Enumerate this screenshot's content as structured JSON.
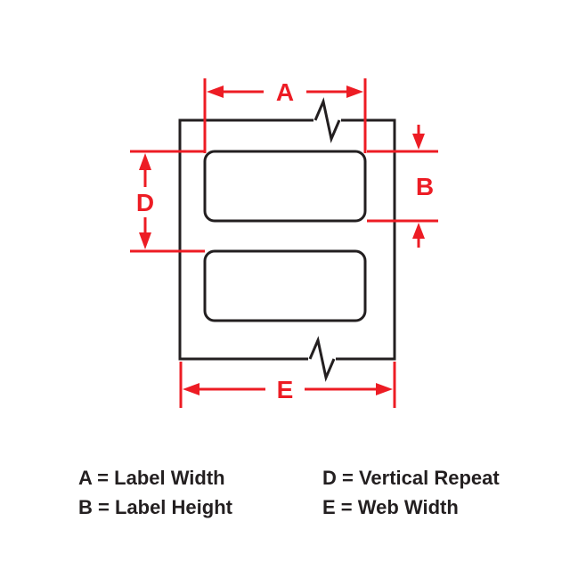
{
  "colors": {
    "red": "#ed1c24",
    "black": "#231f20",
    "white": "#ffffff"
  },
  "diagram": {
    "dim_a": "A",
    "dim_b": "B",
    "dim_d": "D",
    "dim_e": "E"
  },
  "legend": {
    "items": [
      {
        "key": "A",
        "meaning": "Label Width",
        "label": "A = Label Width"
      },
      {
        "key": "B",
        "meaning": "Label Height",
        "label": "B = Label Height"
      },
      {
        "key": "D",
        "meaning": "Vertical Repeat",
        "label": "D = Vertical Repeat"
      },
      {
        "key": "E",
        "meaning": "Web Width",
        "label": "E = Web Width"
      }
    ]
  }
}
